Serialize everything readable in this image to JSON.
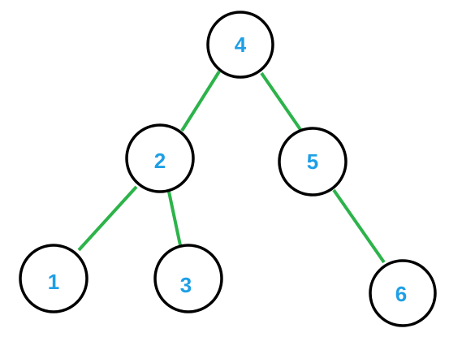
{
  "tree": {
    "node_label_color": "#1e9fe6",
    "edge_color": "#2cb34a",
    "node_border_color": "#000000",
    "nodes": [
      {
        "id": "n4",
        "label": "4"
      },
      {
        "id": "n2",
        "label": "2"
      },
      {
        "id": "n5",
        "label": "5"
      },
      {
        "id": "n1",
        "label": "1"
      },
      {
        "id": "n3",
        "label": "3"
      },
      {
        "id": "n6",
        "label": "6"
      }
    ],
    "edges": [
      {
        "from": "n4",
        "to": "n2"
      },
      {
        "from": "n4",
        "to": "n5"
      },
      {
        "from": "n2",
        "to": "n1"
      },
      {
        "from": "n2",
        "to": "n3"
      },
      {
        "from": "n5",
        "to": "n6"
      }
    ]
  }
}
